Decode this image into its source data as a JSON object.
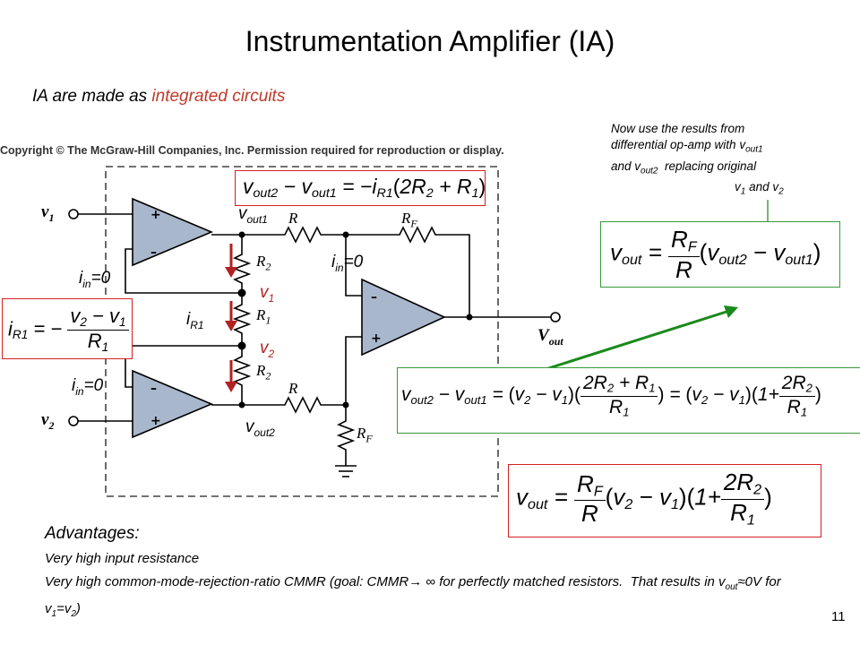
{
  "title": "Instrumentation Amplifier (IA)",
  "subtitle": {
    "prefix": "IA are made as ",
    "highlight": "integrated circuits"
  },
  "copyright": "Copyright © The McGraw-Hill Companies, Inc. Permission required for reproduction or display.",
  "note": {
    "line1": "Now use the results from",
    "line2": "differential op-amp with v",
    "line2_sub": "out1",
    "line3": "and v",
    "line3_sub": "out2",
    "line3_rest": "  replacing original",
    "line4_a": "v",
    "line4_sub1": "1",
    "line4_mid": " and v",
    "line4_sub2": "2"
  },
  "circuit_labels": {
    "v1_in": "v",
    "v1_in_sub": "1",
    "v2_in": "v",
    "v2_in_sub": "2",
    "iin_top": "i",
    "iin_sub": "in",
    "iin_val": "=0",
    "vout1": "v",
    "vout1_sub": "out1",
    "vout2": "v",
    "vout2_sub": "out2",
    "iR1": "i",
    "iR1_sub": "R1",
    "node_v1": "v",
    "node_v1_sub": "1",
    "node_v2": "v",
    "node_v2_sub": "2",
    "R": "R",
    "RF_top": "R",
    "RF_sub": "F",
    "R2_top": "R",
    "R2_sub": "2",
    "R1": "R",
    "R1_sub": "1",
    "R2_bot": "R",
    "R2_bot_sub": "2",
    "R_bot": "R",
    "RF_bot": "R",
    "RF_bot_sub": "F",
    "vout": "V",
    "vout_sub": "out",
    "plus": "+",
    "minus": "–"
  },
  "advantages": {
    "title": "Advantages:",
    "item1": "Very high input resistance",
    "item2_a": "Very high common-mode-rejection-ratio CMMR (goal: CMMR",
    "item2_arrow": "→ ∞",
    "item2_b": " for perfectly matched resistors.  That results in v",
    "item2_sub": "out",
    "item2_c": "≈0V for v",
    "item2_sub1": "1",
    "item2_d": "=v",
    "item2_sub2": "2",
    "item2_e": ")"
  },
  "page_number": "11",
  "colors": {
    "red_box": "#d62020",
    "green_box": "#3a9a3a",
    "arrow_red": "#b22222",
    "opamp_fill": "#a9b7cc",
    "arrow_green": "#1a8a1a"
  }
}
